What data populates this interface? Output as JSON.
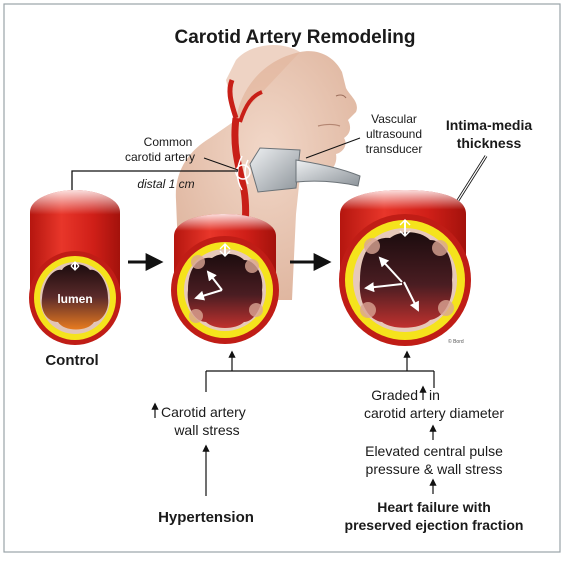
{
  "title": "Carotid Artery Remodeling",
  "labels": {
    "common_carotid_line1": "Common",
    "common_carotid_line2": "carotid artery",
    "transducer_line1": "Vascular",
    "transducer_line2": "ultrasound",
    "transducer_line3": "transducer",
    "imt_line1": "Intima-media",
    "imt_line2": "thickness",
    "distal": "distal 1 cm",
    "lumen": "lumen",
    "control": "Control",
    "wall_stress_line1": "Carotid artery",
    "wall_stress_line2": "wall stress",
    "hypertension": "Hypertension",
    "graded_line1a": "Graded",
    "graded_line1b": "in",
    "graded_line2": "carotid artery diameter",
    "elevated_line1": "Elevated central pulse",
    "elevated_line2": "pressure & wall stress",
    "hf_line1": "Heart failure with",
    "hf_line2": "preserved ejection fraction",
    "signature": "© Bord"
  },
  "colors": {
    "artery_red": "#d8231f",
    "yellow_band": "#f5e31c",
    "lumen_dark": "#2a1416",
    "lumen_orange": "#e77b20",
    "skin": "#e7c2ad",
    "text": "#1a1a1a"
  }
}
